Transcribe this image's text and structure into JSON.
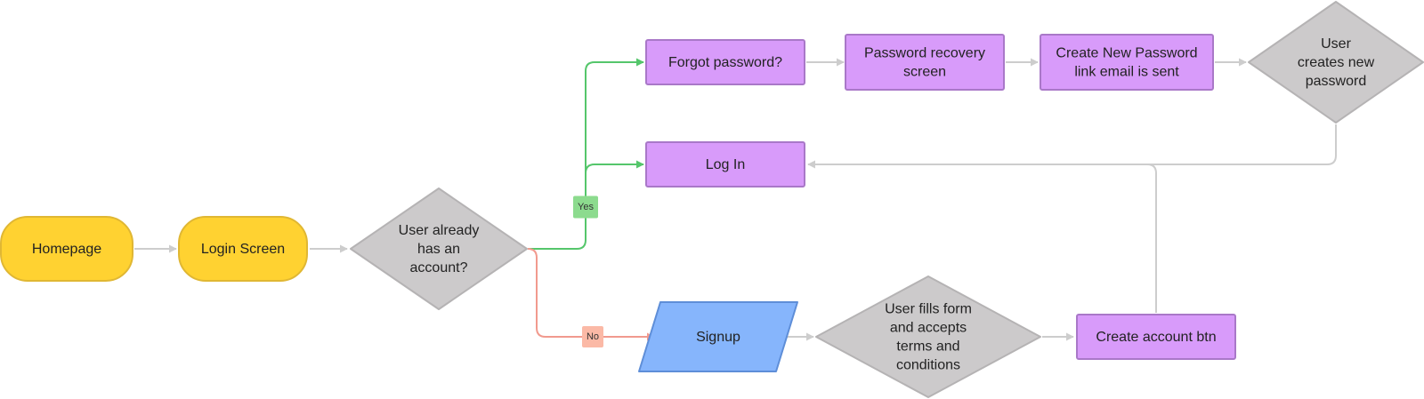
{
  "colors": {
    "terminal_fill": "#FFD231",
    "terminal_stroke": "#E0B733",
    "decision_fill": "#CCCACB",
    "decision_stroke": "#B5B3B4",
    "process_fill": "#D89BFA",
    "process_stroke": "#A978C8",
    "io_fill": "#86B5FC",
    "io_stroke": "#5E8ED8",
    "edge_default": "#CDCDCD",
    "edge_yes": "#55C66B",
    "edge_no": "#F19A8E",
    "label_yes_bg": "#8CDB8E",
    "label_no_bg": "#FBB9A6"
  },
  "nodes": {
    "homepage": {
      "label": "Homepage",
      "shape": "terminal"
    },
    "login_screen": {
      "label": "Login Screen",
      "shape": "terminal"
    },
    "has_account": {
      "label": [
        "User already",
        "has an",
        "account?"
      ],
      "shape": "decision"
    },
    "forgot_password": {
      "label": "Forgot password?",
      "shape": "process"
    },
    "recovery_screen": {
      "label": [
        "Password recovery",
        "screen"
      ],
      "shape": "process"
    },
    "email_sent": {
      "label": [
        "Create New Password",
        "link email is sent"
      ],
      "shape": "process"
    },
    "creates_password": {
      "label": [
        "User",
        "creates new",
        "password"
      ],
      "shape": "decision"
    },
    "log_in": {
      "label": "Log In",
      "shape": "process"
    },
    "signup": {
      "label": "Signup",
      "shape": "io"
    },
    "fills_form": {
      "label": [
        "User fills form",
        "and accepts",
        "terms and",
        "conditions"
      ],
      "shape": "decision"
    },
    "create_account_btn": {
      "label": "Create account btn",
      "shape": "process"
    }
  },
  "edge_labels": {
    "yes": "Yes",
    "no": "No"
  },
  "edges": [
    {
      "from": "homepage",
      "to": "login_screen",
      "kind": "default"
    },
    {
      "from": "login_screen",
      "to": "has_account",
      "kind": "default"
    },
    {
      "from": "has_account",
      "to": "forgot_password",
      "kind": "yes"
    },
    {
      "from": "has_account",
      "to": "log_in",
      "kind": "yes"
    },
    {
      "from": "has_account",
      "to": "signup",
      "kind": "no"
    },
    {
      "from": "forgot_password",
      "to": "recovery_screen",
      "kind": "default"
    },
    {
      "from": "recovery_screen",
      "to": "email_sent",
      "kind": "default"
    },
    {
      "from": "email_sent",
      "to": "creates_password",
      "kind": "default"
    },
    {
      "from": "creates_password",
      "to": "log_in",
      "kind": "default"
    },
    {
      "from": "signup",
      "to": "fills_form",
      "kind": "default"
    },
    {
      "from": "fills_form",
      "to": "create_account_btn",
      "kind": "default"
    },
    {
      "from": "create_account_btn",
      "to": "log_in",
      "kind": "default"
    }
  ]
}
